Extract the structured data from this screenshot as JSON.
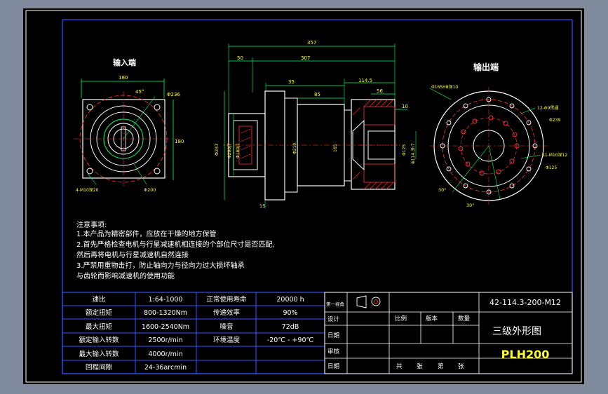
{
  "colors": {
    "background": "#7f8a9c",
    "sheet": "#000000",
    "frame_outer": "#ffffff",
    "frame_inner": "#3355ff",
    "outline": "#ffffff",
    "dimension": "#00ff66",
    "centerline": "#ff3333",
    "text_yellow": "#ffff33",
    "text_white": "#ffffff",
    "table_line": "#3355ff",
    "section_hatch": "#ff3333",
    "body_white": "#ffffff"
  },
  "views": {
    "input_label": "输入端",
    "output_label": "输出端"
  },
  "input_dims": {
    "width": "180",
    "angle": "45°",
    "pcd": "Φ236",
    "height": "180",
    "holes": "4-M10深20",
    "bore": "Φ200"
  },
  "side_dims": {
    "total": "357",
    "body": "307",
    "flange": "50",
    "mid": "85",
    "shaft_len": "114.5",
    "shaft_sub": "56",
    "key": "10",
    "d1": "Φ247",
    "d2": "Φ200j7",
    "d3": "Φ180j7",
    "d4": "Φ210",
    "d5": "165",
    "d6": "Φ125",
    "d7": "Φ114.3h7",
    "base": "15"
  },
  "output_dims": {
    "outer": "Φ165H8深10",
    "top_holes": "12-Φ9贯通",
    "pcd1": "Φ239",
    "side_holes": "11-M10深12",
    "pcd2": "Φ125",
    "angle1": "30°",
    "angle2": "30°"
  },
  "notes": {
    "title": "注意事项:",
    "lines": [
      "1.本产品为精密部件，应放在干燥的地方保管",
      "2.首先严格检查电机与行星减速机相连接的个部位尺寸是否匹配,",
      "然后再将电机与行星减速机自然连接",
      "3.严禁用重物击打，防止轴向力与径向力过大损坏轴承",
      "与齿轮而影响减速机的使用功能"
    ]
  },
  "spec_table": [
    {
      "label": "速比",
      "value": "1:64-1000",
      "label2": "正常使用寿命",
      "value2": "20000 h"
    },
    {
      "label": "额定扭矩",
      "value": "800-1320Nm",
      "label2": "传递效率",
      "value2": "90%"
    },
    {
      "label": "最大扭矩",
      "value": "1600-2540Nm",
      "label2": "噪音",
      "value2": "72dB"
    },
    {
      "label": "额定输入转数",
      "value": "2500r/min",
      "label2": "环境温度",
      "value2": "-20℃ - +90℃"
    },
    {
      "label": "最大输入转数",
      "value": "4000r/min",
      "label2": "",
      "value2": ""
    },
    {
      "label": "回程间隙",
      "value": "24-36arcmin",
      "label2": "",
      "value2": ""
    }
  ],
  "title_block": {
    "angle_label": "第一视角",
    "code": "42-114.3-200-M12",
    "row_labels": [
      "设计",
      "日期",
      "审核",
      "日期"
    ],
    "scale": "比例",
    "version": "版本",
    "quantity": "数量",
    "drawing_title": "三级外形图",
    "total": "共",
    "sheet_unit1": "张",
    "page": "第",
    "sheet_unit2": "张",
    "model": "PLH200"
  }
}
